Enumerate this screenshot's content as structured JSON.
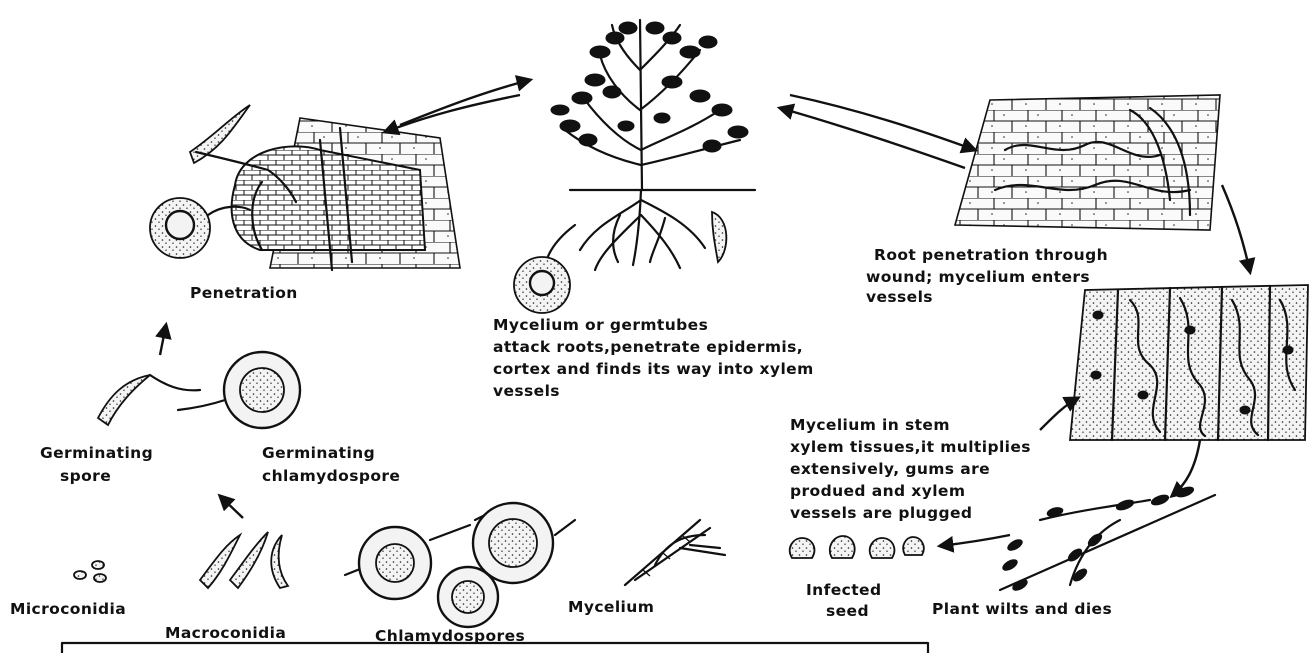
{
  "labels": {
    "penetration": "Penetration",
    "germtube_attack": [
      "Mycelium or germtubes",
      "attack roots,penetrate epidermis,",
      "cortex and finds its way into xylem",
      "vessels"
    ],
    "root_penetration": [
      "Root penetration through",
      "wound; mycelium enters",
      "vessels"
    ],
    "stem_mycelium": [
      "Mycelium in stem",
      "xylem tissues,it multiplies",
      "extensively, gums are",
      "produed and xylem",
      "vessels are plugged"
    ],
    "germinating_spore": [
      "Germinating",
      "spore"
    ],
    "germinating_chlamydospore": [
      "Germinating",
      "chlamydospore"
    ],
    "microconidia": "Microconidia",
    "macroconidia": "Macroconidia",
    "chlamydospores": "Chlamydospores",
    "mycelium": "Mycelium",
    "infected_seed": [
      "Infected",
      "seed"
    ],
    "plant_wilts": "Plant wilts and dies"
  },
  "colors": {
    "ink": "#111111",
    "background": "#ffffff"
  }
}
